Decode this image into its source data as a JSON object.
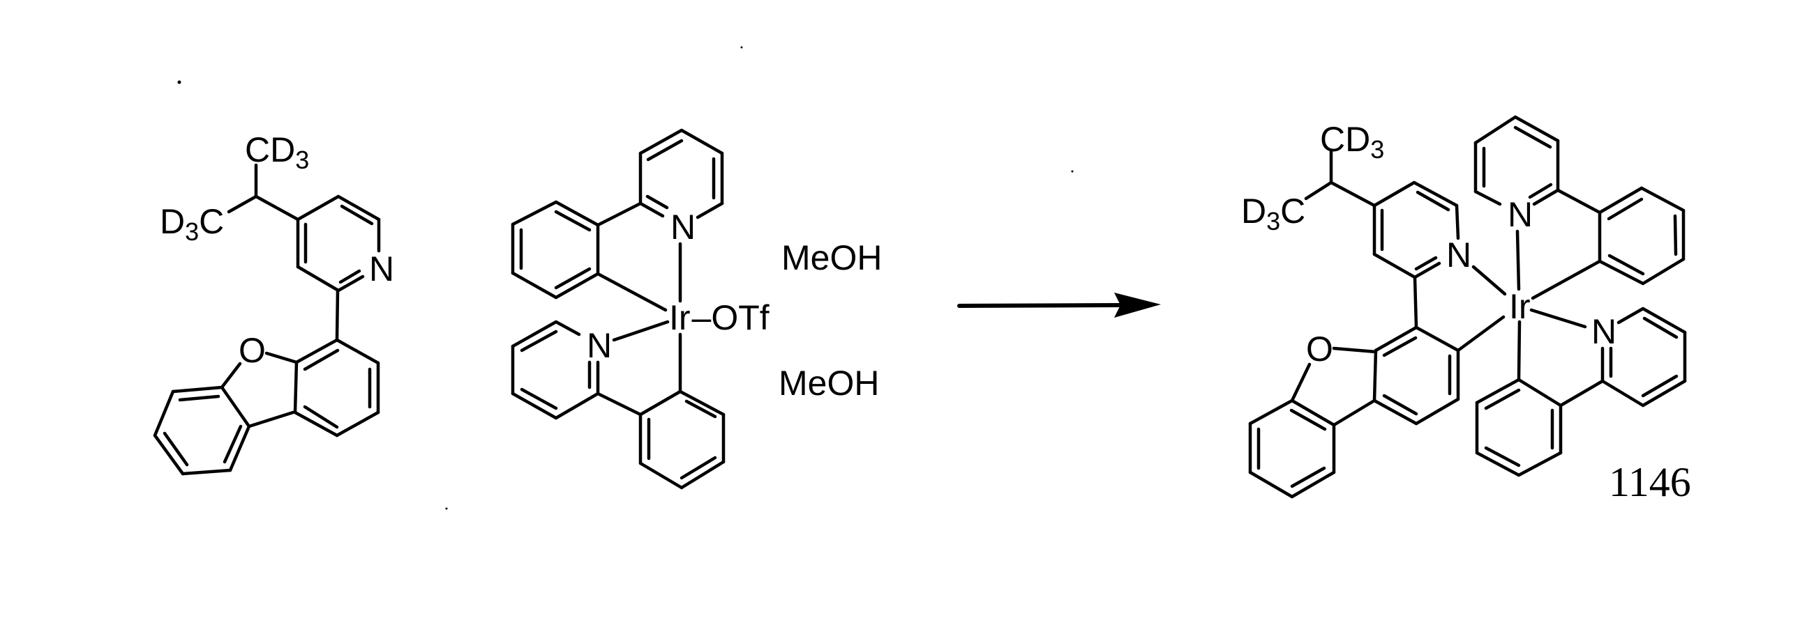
{
  "scheme": {
    "type": "chemical-reaction",
    "reactant_ligand": {
      "labels": {
        "cd3_c": "C",
        "cd3_d": "D",
        "cd3_sub": "3",
        "d3c_d": "D",
        "d3c_sub": "3",
        "d3c_c": "C",
        "pyridine_n": "N",
        "furan_o": "O"
      },
      "description": "4-(1,1,1,3,3,3-hexadeuterio-propan-2-yl)-2-(dibenzofuran-4-yl)pyridine"
    },
    "reactant_complex": {
      "labels": {
        "n_upper": "N",
        "n_lower": "N",
        "metal": "Ir",
        "ligand_x": "OTf",
        "dash": "–"
      },
      "description": "bis(2-phenylpyridine)iridium triflate bis-methanol adduct"
    },
    "solvents": [
      "MeOH",
      "MeOH"
    ],
    "arrow": {
      "direction": "right"
    },
    "product": {
      "labels": {
        "cd3_c": "C",
        "cd3_d": "D",
        "cd3_sub": "3",
        "d3c_d": "D",
        "d3c_sub": "3",
        "d3c_c": "C",
        "pyridine_n": "N",
        "furan_o": "O",
        "metal": "Ir",
        "ppy_upper_n": "N",
        "ppy_lower_n": "N"
      },
      "compound_number": "1146"
    }
  }
}
